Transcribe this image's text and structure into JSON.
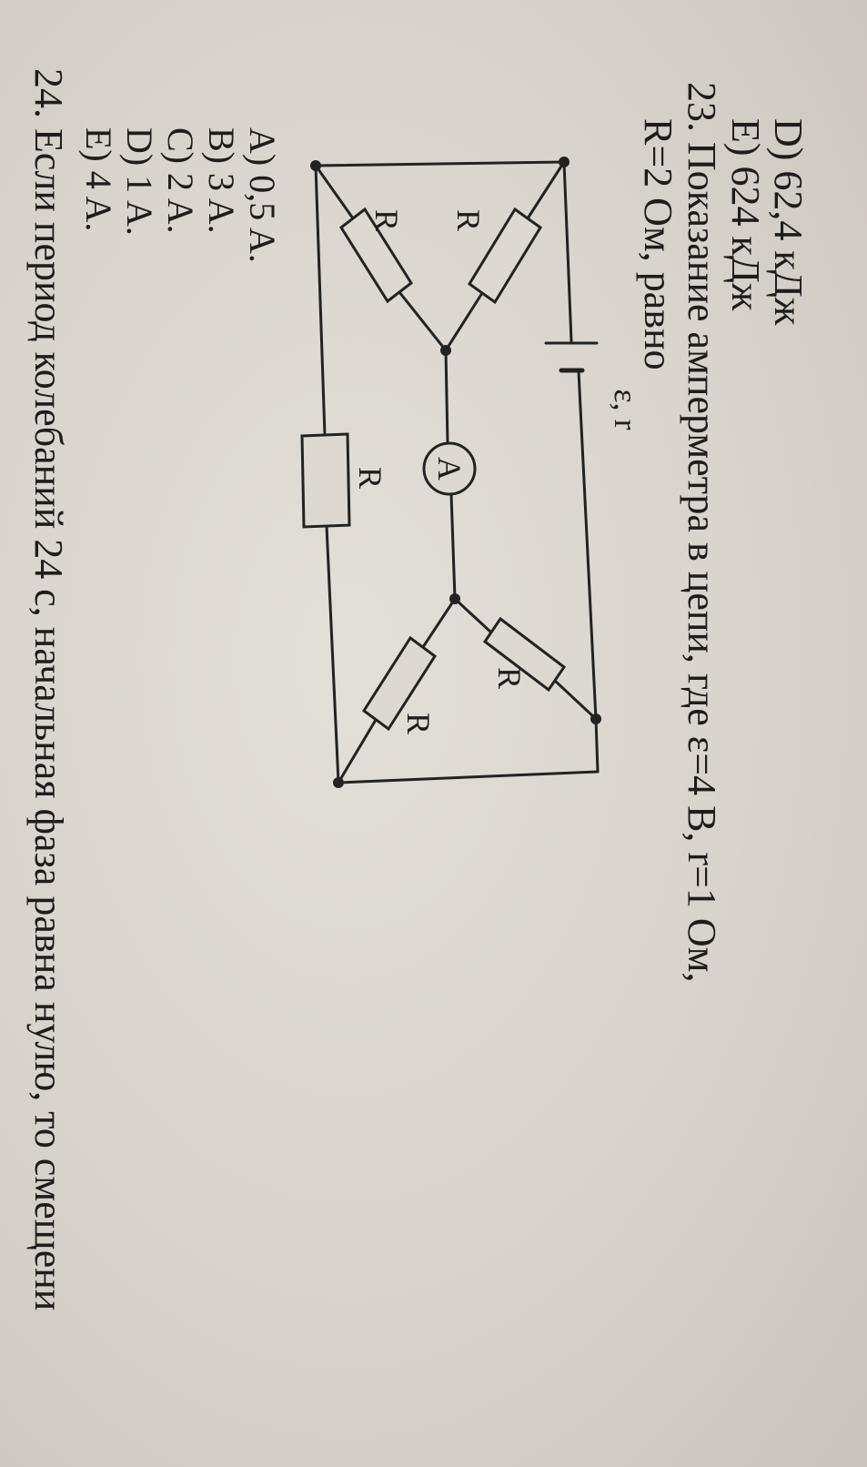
{
  "previous_options": {
    "d": "D) 62,4 кДж",
    "e": "E) 624 кДж"
  },
  "question23": {
    "line1": "23. Показание амперметра в цепи, где ε=4 В, r=1 Ом,",
    "line2": "R=2 Ом, равно"
  },
  "circuit": {
    "source_label": "ε, r",
    "resistor_label": "R",
    "ammeter_label": "A"
  },
  "answers": [
    "A) 0,5 A.",
    "B) 3 A.",
    "C) 2 A.",
    "D) 1 A.",
    "E) 4 A."
  ],
  "question24_partial": "24. Если период колебаний 24 с, начальная фаза равна нулю, то смещени"
}
